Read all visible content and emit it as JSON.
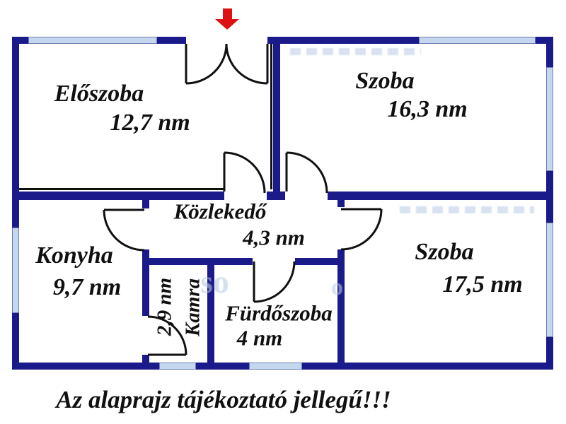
{
  "meta": {
    "disclaimer": "Az alaprajz tájékoztató jellegű!!!"
  },
  "colors": {
    "wall": "#1a1a8a",
    "window": "#c4d7ee",
    "arrow": "#dd1111",
    "ink": "#101010",
    "wmark": "#b9cbe4"
  },
  "rooms": [
    {
      "id": "eloszoba",
      "name": "Előszoba",
      "area": "12,7 nm"
    },
    {
      "id": "szoba-felso",
      "name": "Szoba",
      "area": "16,3 nm"
    },
    {
      "id": "kozlekedo",
      "name": "Közlekedő",
      "area": "4,3 nm"
    },
    {
      "id": "konyha",
      "name": "Konyha",
      "area": "9,7 nm"
    },
    {
      "id": "kamra",
      "name": "Kamra",
      "area": "2,9 nm"
    },
    {
      "id": "furdoszoba",
      "name": "Fürdőszoba",
      "area": "4 nm"
    },
    {
      "id": "szoba-also",
      "name": "Szoba",
      "area": "17,5 nm"
    }
  ],
  "entrance": {
    "icon": "entrance-arrow-icon"
  },
  "watermark": {
    "glyphs": [
      "so",
      "o"
    ]
  }
}
